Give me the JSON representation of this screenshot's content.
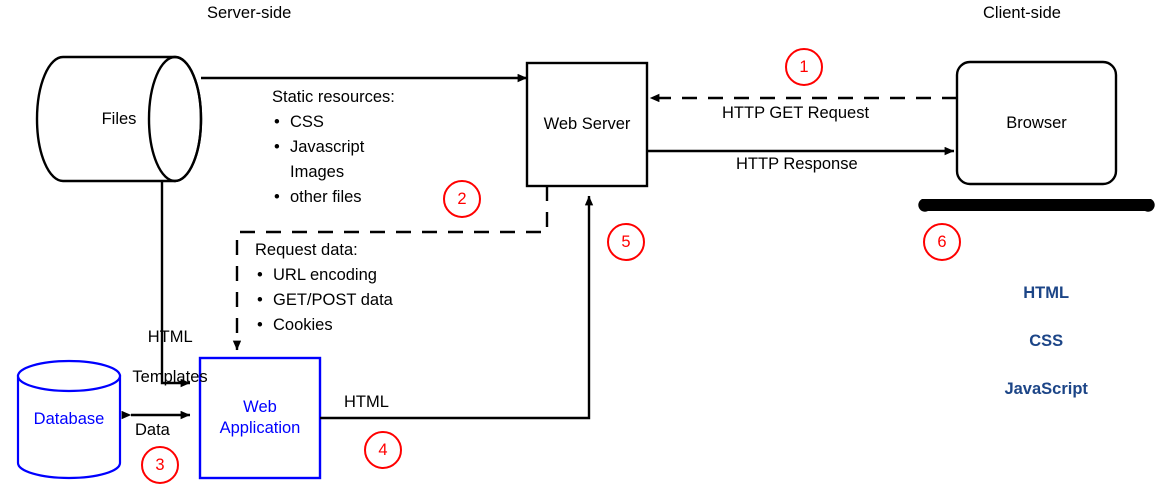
{
  "diagram": {
    "title_left": "Server-side",
    "title_right": "Client-side",
    "nodes": {
      "files": "Files",
      "web_server": "Web Server",
      "browser": "Browser",
      "database": "Database",
      "web_application": "Web\nApplication"
    },
    "node_text": {
      "web_application_line1": "Web",
      "web_application_line2": "Application"
    },
    "static_resources": {
      "title": "Static resources:",
      "items": [
        {
          "bullet": "•",
          "text": "CSS"
        },
        {
          "bullet": "•",
          "text": "Javascript"
        },
        {
          "bullet": "",
          "text": "Images"
        },
        {
          "bullet": "•",
          "text": "other files"
        }
      ]
    },
    "request_data": {
      "title": "Request data:",
      "items": [
        {
          "bullet": "•",
          "text": "URL encoding"
        },
        {
          "bullet": "•",
          "text": "GET/POST data"
        },
        {
          "bullet": "•",
          "text": "Cookies"
        }
      ]
    },
    "edge_labels": {
      "http_get_request": "HTTP GET Request",
      "http_response": "HTTP Response",
      "html_templates_line1": "HTML",
      "html_templates_line2": "Templates",
      "data": "Data",
      "html": "HTML"
    },
    "client_stack": {
      "line1": "HTML",
      "line2": "CSS",
      "line3": "JavaScript"
    },
    "step_markers": [
      {
        "number": "1"
      },
      {
        "number": "2"
      },
      {
        "number": "3"
      },
      {
        "number": "4"
      },
      {
        "number": "5"
      },
      {
        "number": "6"
      }
    ],
    "colors": {
      "stroke": "#000000",
      "blue": "#0000ff",
      "marker_red": "#ff0000",
      "client_stack_blue": "#1c4587",
      "background": "#ffffff"
    }
  }
}
